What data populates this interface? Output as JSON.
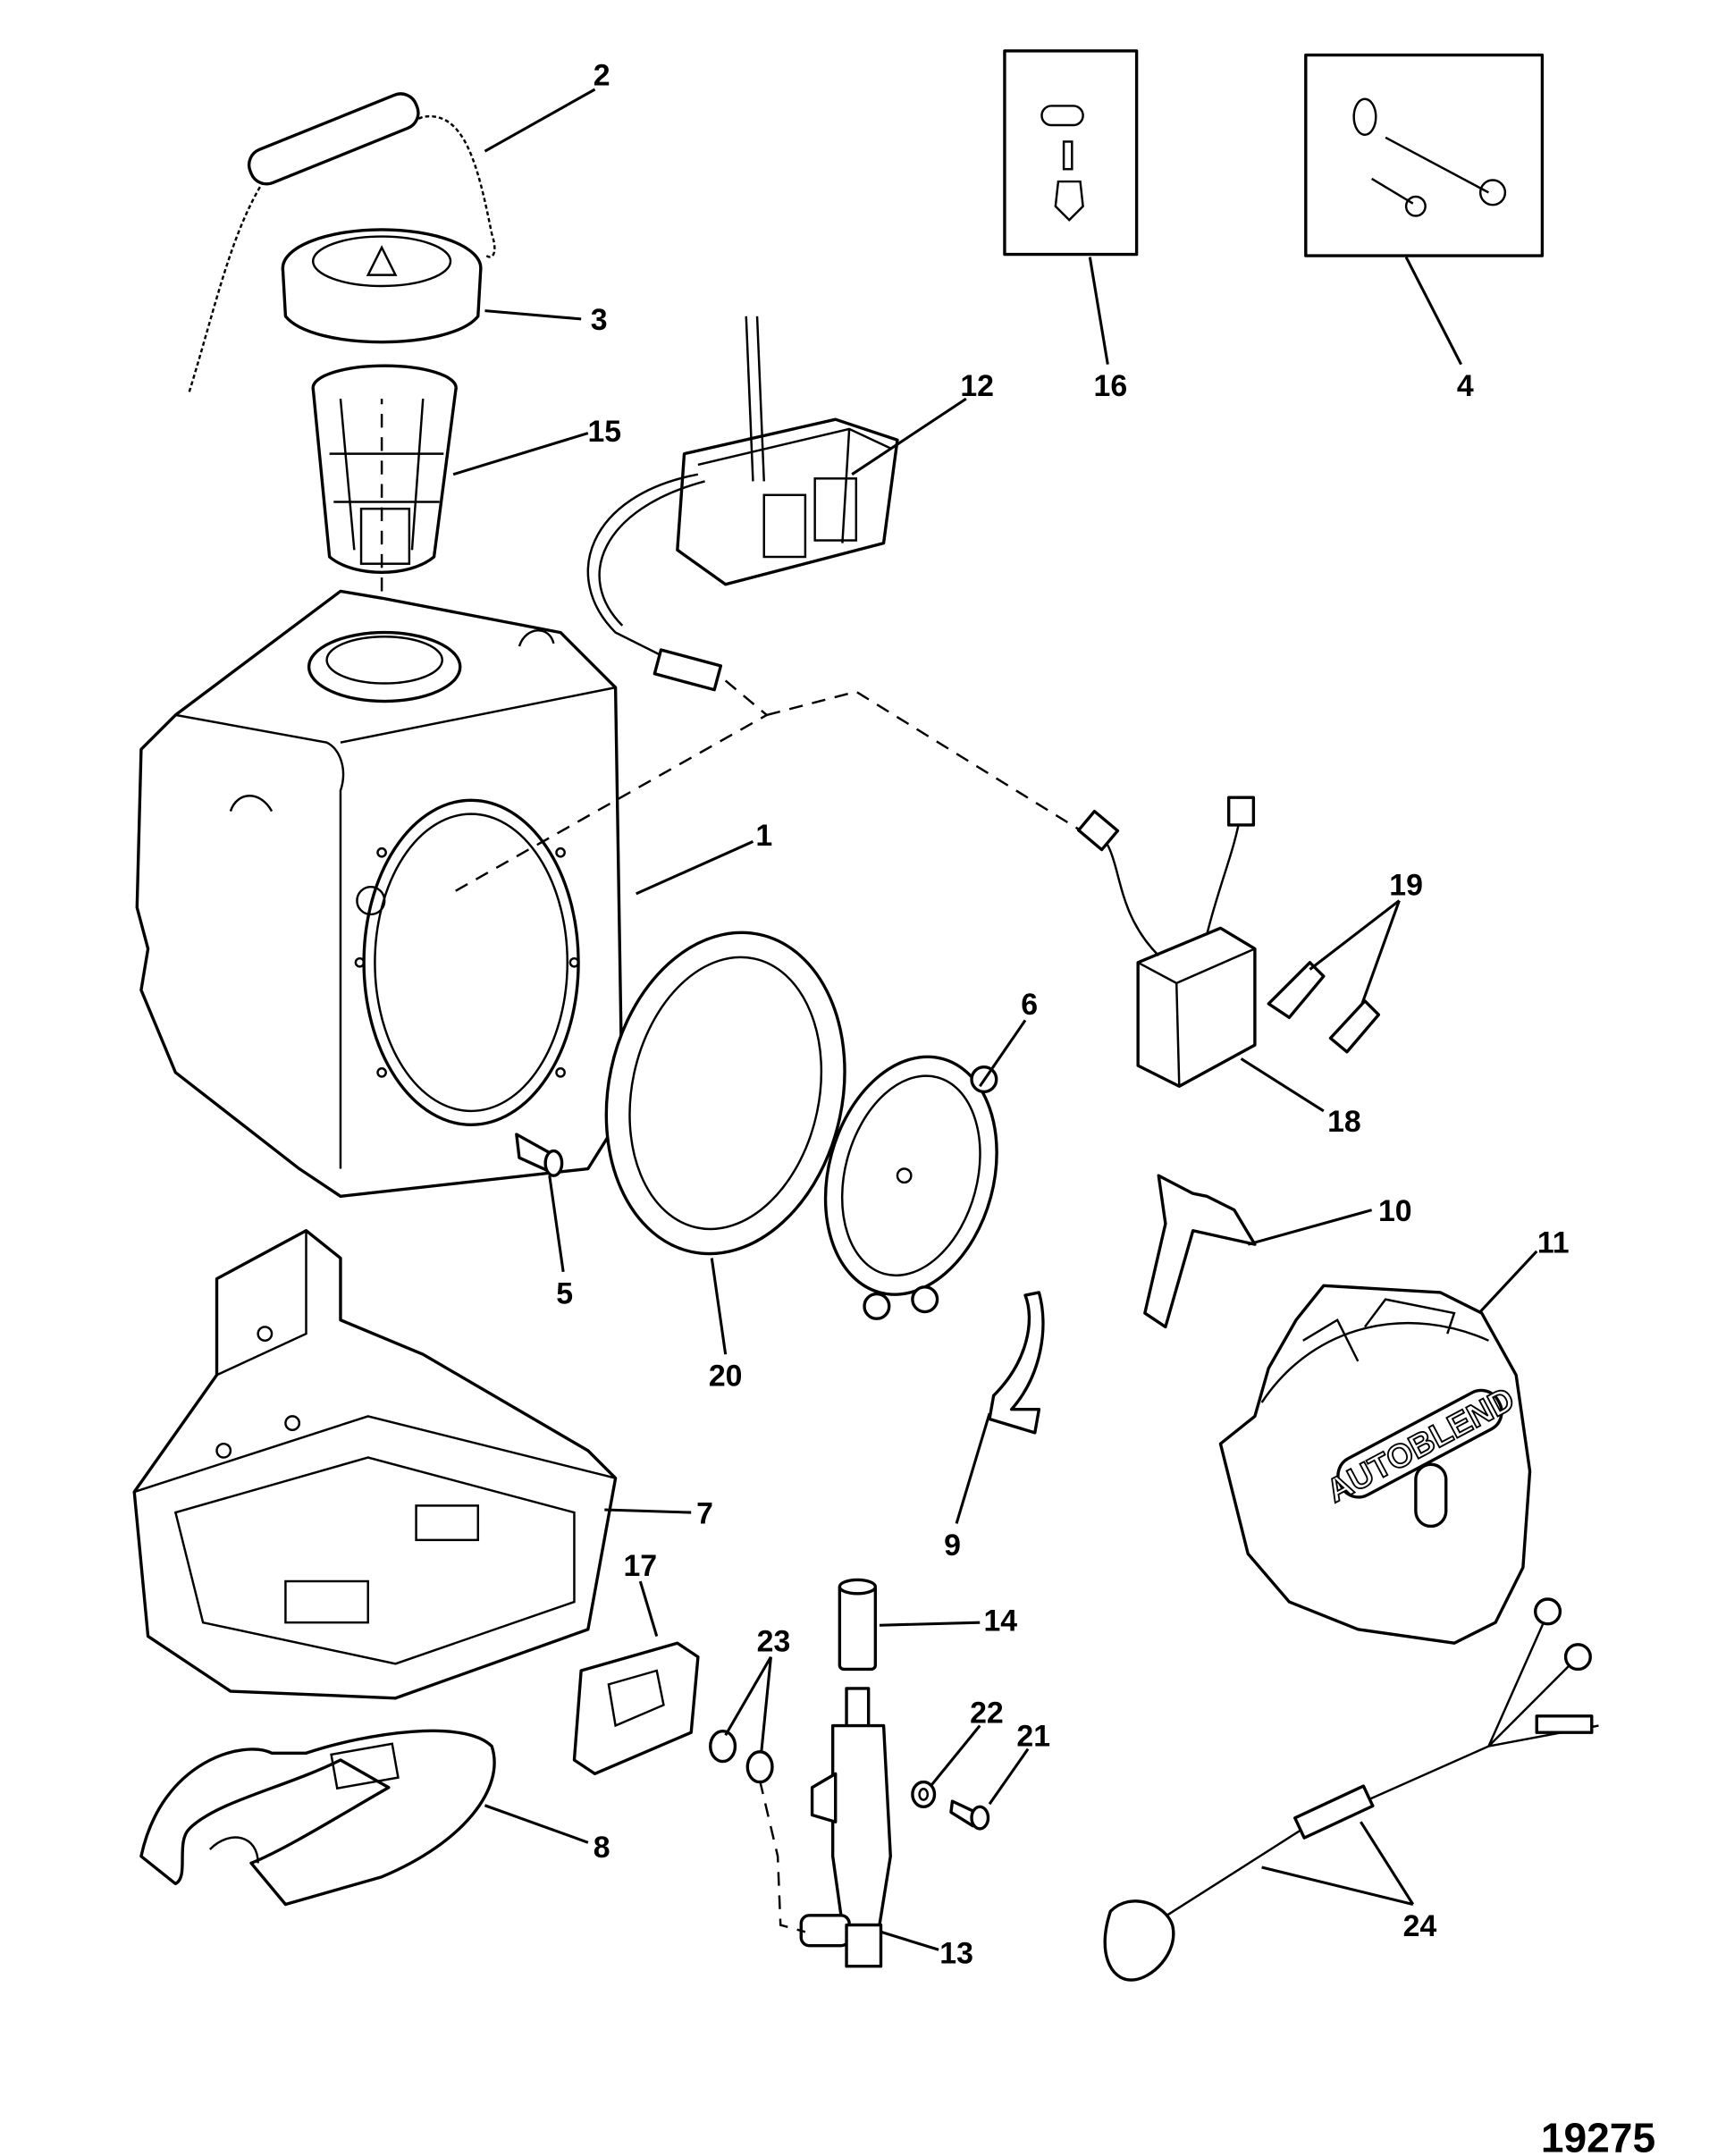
{
  "figure_number": "19275",
  "brand_text": "AUTOBLEND",
  "callouts": {
    "c1": "1",
    "c2": "2",
    "c3": "3",
    "c4": "4",
    "c5": "5",
    "c6": "6",
    "c7": "7",
    "c8": "8",
    "c9": "9",
    "c10": "10",
    "c11": "11",
    "c12": "12",
    "c13": "13",
    "c14": "14",
    "c15": "15",
    "c16": "16",
    "c17": "17",
    "c18": "18",
    "c19": "19",
    "c20": "20",
    "c21": "21",
    "c22": "22",
    "c23": "23",
    "c24": "24"
  }
}
